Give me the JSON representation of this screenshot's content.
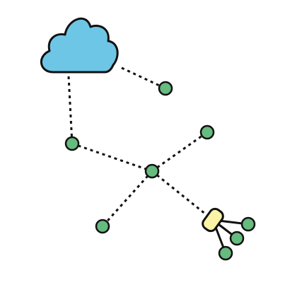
{
  "diagram": {
    "nodes": [
      {
        "id": "cloud",
        "kind": "cloud",
        "icon": "cloud-icon"
      },
      {
        "id": "n-top-right",
        "kind": "node"
      },
      {
        "id": "n-left",
        "kind": "node"
      },
      {
        "id": "n-hub",
        "kind": "node"
      },
      {
        "id": "n-right-upper",
        "kind": "node"
      },
      {
        "id": "n-bottom-left",
        "kind": "node"
      },
      {
        "id": "device",
        "kind": "device",
        "icon": "device-icon"
      },
      {
        "id": "n-dev-1",
        "kind": "node"
      },
      {
        "id": "n-dev-2",
        "kind": "node"
      },
      {
        "id": "n-dev-3",
        "kind": "node"
      }
    ],
    "edges": [
      {
        "from": "cloud",
        "to": "n-top-right",
        "style": "dashed"
      },
      {
        "from": "cloud",
        "to": "n-left",
        "style": "dashed"
      },
      {
        "from": "n-left",
        "to": "n-hub",
        "style": "dashed"
      },
      {
        "from": "n-hub",
        "to": "n-right-upper",
        "style": "dashed"
      },
      {
        "from": "n-hub",
        "to": "n-bottom-left",
        "style": "dashed"
      },
      {
        "from": "n-hub",
        "to": "device",
        "style": "dashed"
      },
      {
        "from": "device",
        "to": "n-dev-1",
        "style": "solid"
      },
      {
        "from": "device",
        "to": "n-dev-2",
        "style": "solid"
      },
      {
        "from": "device",
        "to": "n-dev-3",
        "style": "solid"
      }
    ]
  },
  "colors": {
    "cloud_fill": "#6ec6e6",
    "node_fill": "#66bb7f",
    "device_fill": "#fbf3a6",
    "stroke": "#111111",
    "background": "#ffffff"
  }
}
